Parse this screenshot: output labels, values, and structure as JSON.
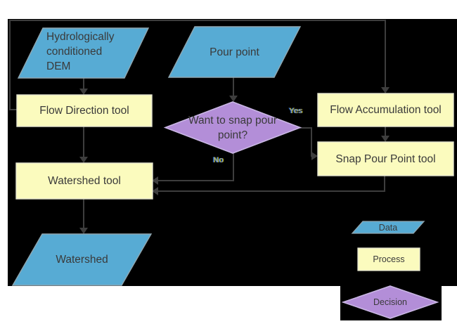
{
  "colors": {
    "page_bg": "#ffffff",
    "canvas_bg": "#000000",
    "data_fill": "#57abd4",
    "data_border": "#8fa6b0",
    "process_fill": "#fbfbbe",
    "process_border": "#e3e3cf",
    "decision_fill": "#b38ed8",
    "decision_border": "#c9b6e4",
    "connector": "#3d3d3d",
    "label_text": "#3a3a3a"
  },
  "nodes": {
    "dem": {
      "label": "Hydrologically conditioned DEM",
      "shape": "data"
    },
    "pour_point": {
      "label": "Pour point",
      "shape": "data"
    },
    "flow_direction": {
      "label": "Flow Direction tool",
      "shape": "process"
    },
    "flow_accumulation": {
      "label": "Flow Accumulation tool",
      "shape": "process"
    },
    "snap_question": {
      "label": "Want to snap pour point?",
      "shape": "decision"
    },
    "snap_pour_point": {
      "label": "Snap Pour Point tool",
      "shape": "process"
    },
    "watershed_tool": {
      "label": "Watershed tool",
      "shape": "process"
    },
    "watershed": {
      "label": "Watershed",
      "shape": "data"
    }
  },
  "edge_labels": {
    "yes": "Yes",
    "no": "No"
  },
  "legend": {
    "data": "Data",
    "process": "Process",
    "decision": "Decision"
  }
}
